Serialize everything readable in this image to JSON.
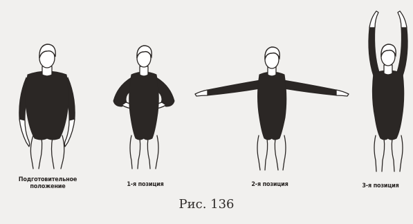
{
  "figure": {
    "caption": "Рис. 136",
    "positions": [
      {
        "label": "Подготовительное\nположение"
      },
      {
        "label": "1-я позиция"
      },
      {
        "label": "2-я позиция"
      },
      {
        "label": "3-я позиция"
      }
    ]
  },
  "colors": {
    "paper": "#f1f0ee",
    "ink": "#2a2624",
    "leotard": "#2b2725"
  }
}
